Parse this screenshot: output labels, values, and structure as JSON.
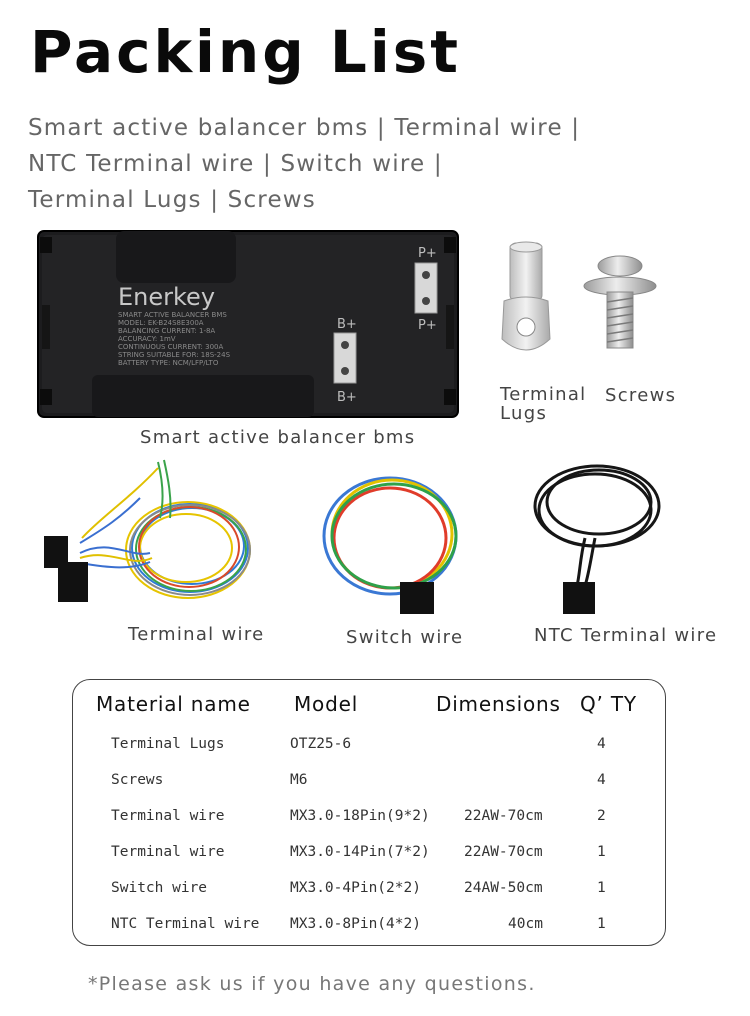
{
  "title": "Packing List",
  "subtitle_lines": [
    "Smart active balancer bms | Terminal wire |",
    "NTC Terminal wire | Switch wire |",
    "Terminal Lugs  | Screws"
  ],
  "bms": {
    "brand": "Enerkey",
    "label_lines": [
      "SMART ACTIVE BALANCER BMS",
      "MODEL: EK-B24S8E300A",
      "BALANCING CURRENT: 1-8A",
      "ACCURACY: 1mV",
      "CONTINUOUS CURRENT: 300A",
      "STRING SUITABLE FOR: 18S-24S",
      "BATTERY TYPE: NCM/LFP/LTO"
    ],
    "terminal_b": "B+",
    "terminal_p": "P+"
  },
  "captions": {
    "bms": "Smart active balancer bms",
    "lugs_line1": "Terminal",
    "lugs_line2": "Lugs",
    "screws": "Screws",
    "terminal_wire": "Terminal wire",
    "switch_wire": "Switch wire",
    "ntc_wire": "NTC Terminal wire"
  },
  "table": {
    "headers": [
      "Material name",
      "Model",
      "Dimensions",
      "Q’ TY"
    ],
    "rows": [
      {
        "name": "Terminal Lugs",
        "model": "OTZ25-6",
        "dim": "",
        "qty": "4"
      },
      {
        "name": "Screws",
        "model": "M6",
        "dim": "",
        "qty": "4"
      },
      {
        "name": "Terminal wire",
        "model": "MX3.0-18Pin(9*2)",
        "dim": "22AW-70cm",
        "qty": "2"
      },
      {
        "name": "Terminal wire",
        "model": "MX3.0-14Pin(7*2)",
        "dim": "22AW-70cm",
        "qty": "1"
      },
      {
        "name": "Switch wire",
        "model": "MX3.0-4Pin(2*2)",
        "dim": "24AW-50cm",
        "qty": "1"
      },
      {
        "name": "NTC Terminal wire",
        "model": "MX3.0-8Pin(4*2)",
        "dim": "40cm",
        "qty": "1"
      }
    ]
  },
  "footnote": "*Please ask us if you have any questions."
}
